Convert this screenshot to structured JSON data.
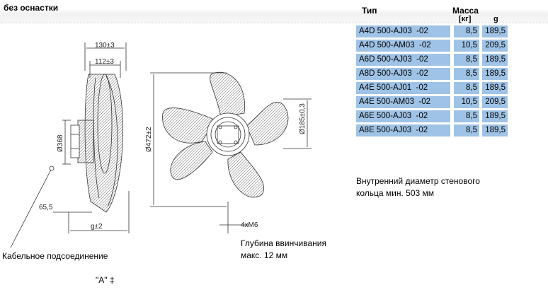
{
  "header": {
    "title": "без оснастки",
    "col_type": "Тип",
    "col_mass": "Масса",
    "col_unit_kg": "[кг]",
    "col_unit_g": "g"
  },
  "table": {
    "rows": [
      {
        "type": "A4D 500-AJ03  -02",
        "kg": "8,5",
        "g": "189,5"
      },
      {
        "type": "A4D 500-AM03  -02",
        "kg": "10,5",
        "g": "209,5"
      },
      {
        "type": "A6D 500-AJ03  -02",
        "kg": "8,5",
        "g": "189,5"
      },
      {
        "type": "A8D 500-AJ03  -02",
        "kg": "8,5",
        "g": "189,5"
      },
      {
        "type": "A4E 500-AJ01  -02",
        "kg": "8,5",
        "g": "189,5"
      },
      {
        "type": "A4E 500-AM03  -02",
        "kg": "10,5",
        "g": "209,5"
      },
      {
        "type": "A6E 500-AJ03  -02",
        "kg": "8,5",
        "g": "189,5"
      },
      {
        "type": "A8E 500-AJ03  -02",
        "kg": "8,5",
        "g": "189,5"
      }
    ]
  },
  "notes": {
    "ring_line1": "Внутренний диаметр стенового",
    "ring_line2": "кольца мин. 503 мм",
    "cable": "Кабельное подсоединение",
    "depth_line1": "Глубина ввинчивания",
    "depth_line2": "макс. 12 мм",
    "view_a": "\"A\" ‡"
  },
  "dimensions": {
    "side_width_top": "130±3",
    "side_width_mid": "112±3",
    "side_height": "Ø368",
    "side_offset": "65,5",
    "side_bottom": "g±2",
    "front_diameter": "Ø472±2",
    "front_bolt": "Ø185±0,3",
    "front_holes": "4xM6"
  }
}
